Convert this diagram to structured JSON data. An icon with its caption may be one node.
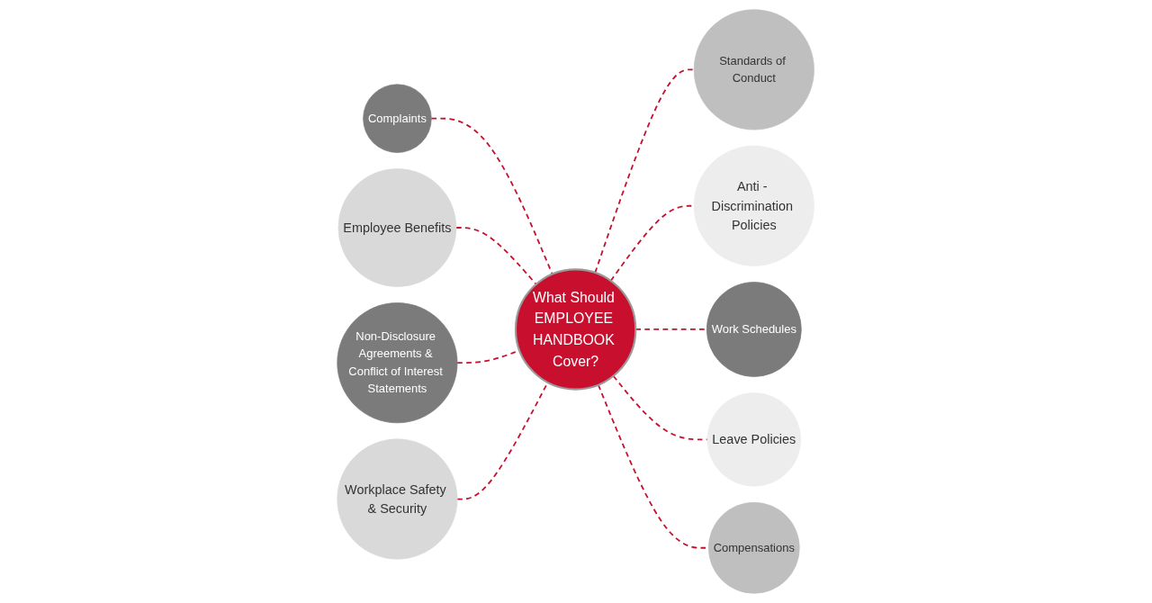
{
  "diagram": {
    "nodes": [
      {
        "text": [
          "Complaints"
        ]
      },
      {
        "text": [
          "Employee Benefits"
        ]
      },
      {
        "text": [
          "Standards of Conduct"
        ]
      },
      {
        "text": [
          "Anti - Discrimination Policies"
        ]
      },
      {
        "text": [
          "What Should EMPLOYEE HANDBOOK Cover?"
        ]
      },
      {
        "text": [
          "Work Schedules"
        ]
      },
      {
        "text": [
          "Leave Policies"
        ]
      },
      {
        "text": [
          "Non-Disclosure Agreements & Conflict of Interest Statements"
        ]
      },
      {
        "text": [
          "Workplace Safety & Security"
        ]
      },
      {
        "text": [
          "Compensations"
        ]
      }
    ],
    "edges": [
      {
        "from": 4,
        "to": 0,
        "arrow": "none",
        "style": "dashed"
      },
      {
        "from": 4,
        "to": 1,
        "arrow": "none",
        "style": "dashed"
      },
      {
        "from": 4,
        "to": 2,
        "arrow": "none",
        "style": "dashed"
      },
      {
        "from": 4,
        "to": 3,
        "arrow": "none",
        "style": "dashed"
      },
      {
        "from": 4,
        "to": 5,
        "arrow": "none",
        "style": "dashed"
      },
      {
        "from": 4,
        "to": 6,
        "arrow": "none",
        "style": "dashed"
      },
      {
        "from": 4,
        "to": 7,
        "arrow": "none",
        "style": "dashed"
      },
      {
        "from": 4,
        "to": 8,
        "arrow": "none",
        "style": "dashed"
      },
      {
        "from": 4,
        "to": 9,
        "arrow": "none",
        "style": "dashed"
      }
    ]
  }
}
